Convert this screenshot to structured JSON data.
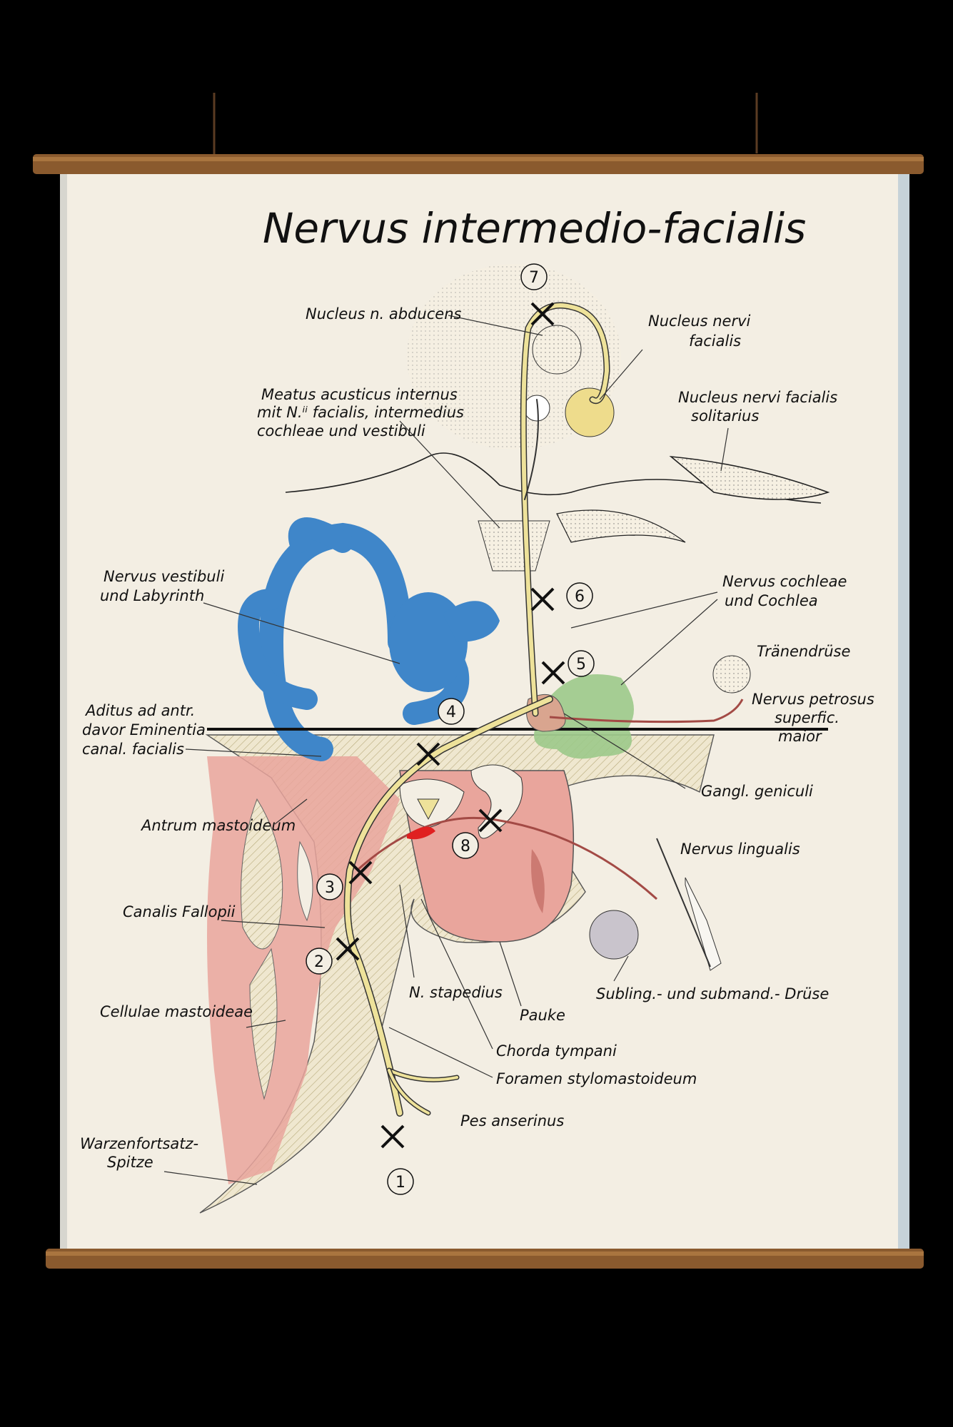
{
  "title": "Nervus intermedio-facialis",
  "labels": {
    "nucleus_abducens": "Nucleus n. abducens",
    "nucleus_facialis_1": "Nucleus nervi",
    "nucleus_facialis_2": "facialis",
    "meatus_1": "Meatus acusticus internus",
    "meatus_2": "mit N.ⁱⁱ facialis, intermedius",
    "meatus_3": "cochleae und vestibuli",
    "solitarius_1": "Nucleus nervi facialis",
    "solitarius_2": "solitarius",
    "vestibuli_1": "Nervus vestibuli",
    "vestibuli_2": "und Labyrinth",
    "cochleae_1": "Nervus cochleae",
    "cochleae_2": "und Cochlea",
    "traenendruese": "Tränendrüse",
    "petrosus_1": "Nervus petrosus",
    "petrosus_2": "superfic.",
    "petrosus_3": "maior",
    "aditus_1": "Aditus ad antr.",
    "aditus_2": "davor Eminentia",
    "aditus_3": "canal. facialis",
    "geniculi": "Gangl. geniculi",
    "antrum": "Antrum mastoideum",
    "lingualis": "Nervus lingualis",
    "fallopii": "Canalis Fallopii",
    "stapedius": "N. stapedius",
    "subling": "Subling.- und submand.- Drüse",
    "cellulae": "Cellulae mastoideae",
    "pauke": "Pauke",
    "chorda": "Chorda tympani",
    "foramen": "Foramen stylomastoideum",
    "pes": "Pes anserinus",
    "warzen_1": "Warzenfortsatz-",
    "warzen_2": "Spitze"
  },
  "markers": [
    "1",
    "2",
    "3",
    "4",
    "5",
    "6",
    "7",
    "8"
  ],
  "colors": {
    "paper": "#f3eee3",
    "rod": "#8a5a2e",
    "labyrinth": "#3f86c9",
    "nerve": "#eee29a",
    "bone_pink": "#e9a59c",
    "green": "#9cc98a"
  }
}
